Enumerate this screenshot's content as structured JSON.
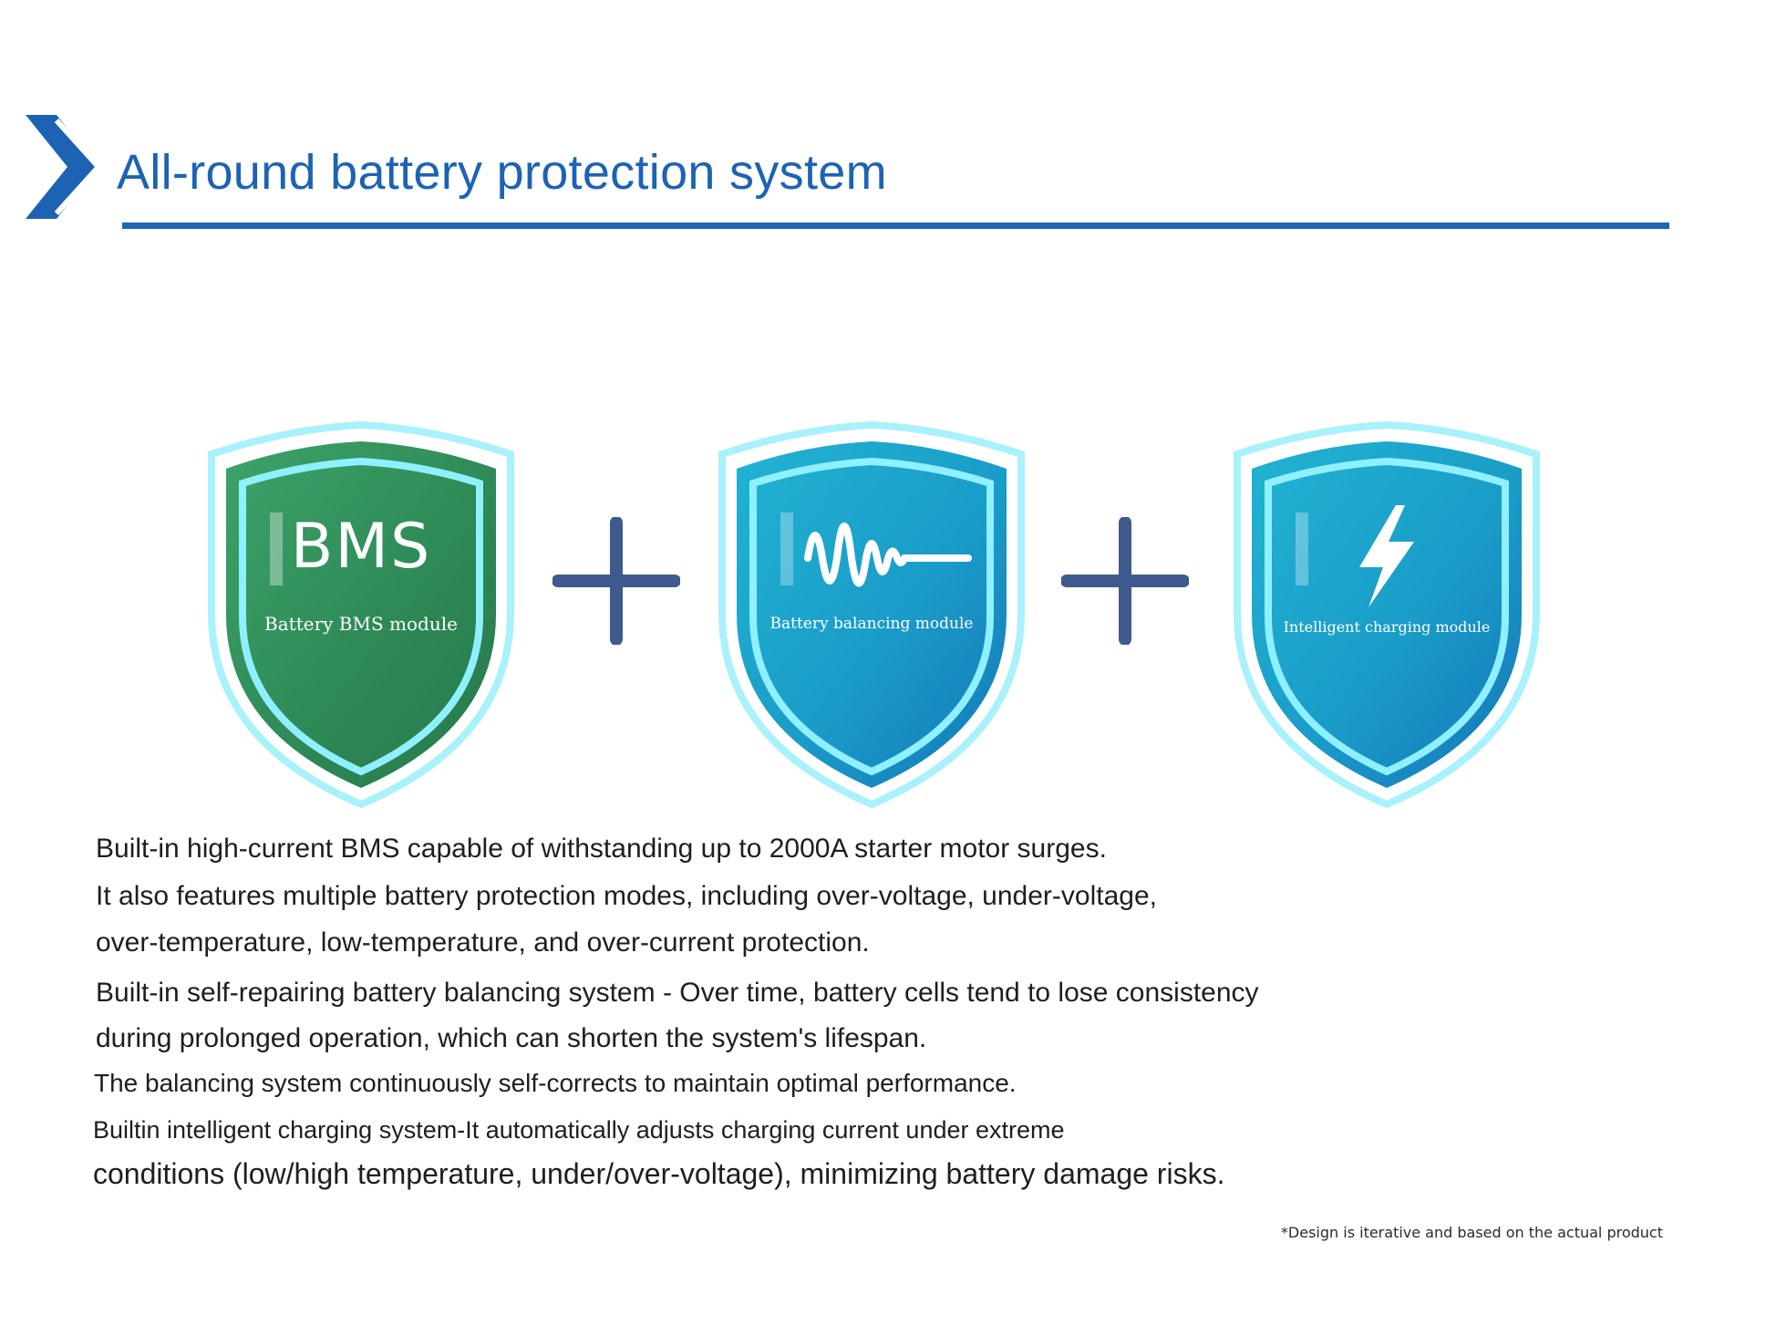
{
  "header": {
    "title": "All-round battery protection system",
    "icon": "double-chevron-right-icon"
  },
  "modules": [
    {
      "id": "bms",
      "badge": "BMS",
      "caption": "Battery BMS module",
      "color": "#2f8c58",
      "icon": "bms-text"
    },
    {
      "id": "balance",
      "caption": "Battery balancing module",
      "color": "#1fa6c9",
      "icon": "waveform-icon"
    },
    {
      "id": "charge",
      "caption": "Intelligent charging module",
      "color": "#1fa6c9",
      "icon": "lightning-bolt-icon"
    }
  ],
  "connectors": {
    "icon": "plus-icon",
    "color": "#3f5a8e"
  },
  "description": [
    "Built-in high-current BMS capable of withstanding up to 2000A starter motor surges.",
    "It also features multiple battery protection modes, including over-voltage, under-voltage,",
    "over-temperature, low-temperature, and over-current protection.",
    "Built-in self-repairing battery balancing system - Over time, battery cells tend to lose consistency",
    "during prolonged operation, which can shorten the system's lifespan.",
    "The balancing system continuously self-corrects to maintain optimal performance.",
    "Builtin intelligent charging system-It automatically adjusts charging current under extreme",
    "conditions (low/high temperature, under/over-voltage), minimizing battery damage risks."
  ],
  "footnote": "*Design is iterative and based on the actual product",
  "colors": {
    "accent": "#1d63b3",
    "shield_glow": "#9ff0fb",
    "text": "#1e1e1e"
  }
}
